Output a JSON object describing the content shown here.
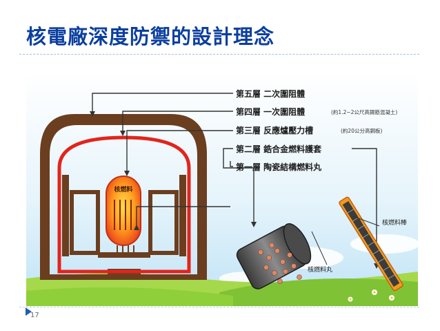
{
  "slide": {
    "title": "核電廠深度防禦的設計理念",
    "page_number": "17"
  },
  "diagram": {
    "layers": [
      "第五層 二次圍阻體",
      "第四層 一次圍阻體",
      "第三層 反應爐壓力槽",
      "第二層 鋯合金燃料護套",
      "第一層 陶瓷結構燃料丸"
    ],
    "layer_notes": [
      "(約1.2~2公尺高鋼筋混凝土)",
      "(約20公分高鋼板)"
    ],
    "core_label": "核燃料",
    "rod_label": "核燃料棒",
    "pellet_label": "核燃料丸"
  },
  "colors": {
    "title": "#0b3f9e",
    "concrete": "#6b3e1f",
    "containment": "#e3241b",
    "sky": "#bfe3f6",
    "grass": "#8fcf3a"
  }
}
